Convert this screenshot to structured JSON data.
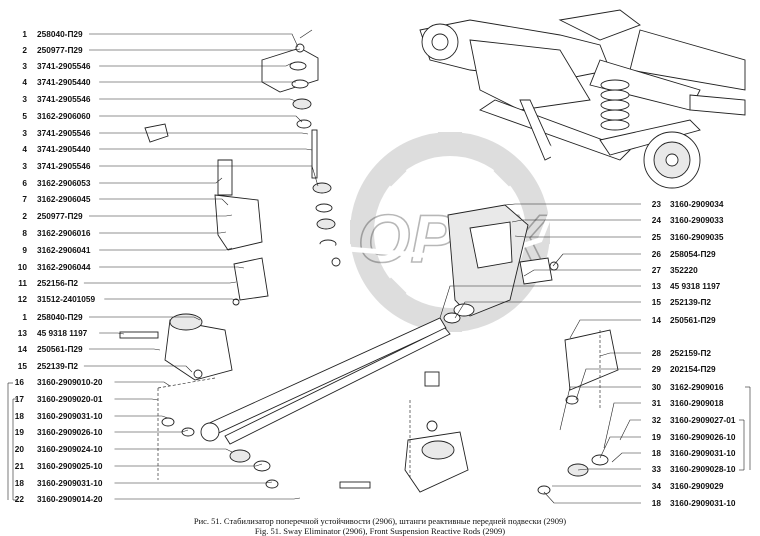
{
  "watermark": "OPEX",
  "labels_left": [
    {
      "num": "1",
      "code": "258040-П29"
    },
    {
      "num": "2",
      "code": "250977-П29"
    },
    {
      "num": "3",
      "code": "3741-2905546"
    },
    {
      "num": "4",
      "code": "3741-2905440"
    },
    {
      "num": "3",
      "code": "3741-2905546"
    },
    {
      "num": "5",
      "code": "3162-2906060"
    },
    {
      "num": "3",
      "code": "3741-2905546"
    },
    {
      "num": "4",
      "code": "3741-2905440"
    },
    {
      "num": "3",
      "code": "3741-2905546"
    },
    {
      "num": "6",
      "code": "3162-2906053"
    },
    {
      "num": "7",
      "code": "3162-2906045"
    },
    {
      "num": "2",
      "code": "250977-П29"
    },
    {
      "num": "8",
      "code": "3162-2906016"
    },
    {
      "num": "9",
      "code": "3162-2906041"
    },
    {
      "num": "10",
      "code": "3162-2906044"
    },
    {
      "num": "11",
      "code": "252156-П2"
    },
    {
      "num": "12",
      "code": "31512-2401059"
    },
    {
      "num": "1",
      "code": "258040-П29"
    },
    {
      "num": "13",
      "code": "45 9318 1197"
    },
    {
      "num": "14",
      "code": "250561-П29"
    },
    {
      "num": "15",
      "code": "252139-П2"
    },
    {
      "num": "16",
      "code": "3160-2909010-20"
    },
    {
      "num": "17",
      "code": "3160-2909020-01"
    },
    {
      "num": "18",
      "code": "3160-2909031-10"
    },
    {
      "num": "19",
      "code": "3160-2909026-10"
    },
    {
      "num": "20",
      "code": "3160-2909024-10"
    },
    {
      "num": "21",
      "code": "3160-2909025-10"
    },
    {
      "num": "18",
      "code": "3160-2909031-10"
    },
    {
      "num": "22",
      "code": "3160-2909014-20"
    }
  ],
  "labels_right": [
    {
      "num": "23",
      "code": "3160-2909034"
    },
    {
      "num": "24",
      "code": "3160-2909033"
    },
    {
      "num": "25",
      "code": "3160-2909035"
    },
    {
      "num": "26",
      "code": "258054-П29"
    },
    {
      "num": "27",
      "code": "352220"
    },
    {
      "num": "13",
      "code": "45 9318 1197"
    },
    {
      "num": "15",
      "code": "252139-П2"
    },
    {
      "num": "14",
      "code": "250561-П29"
    },
    {
      "num": "28",
      "code": "252159-П2"
    },
    {
      "num": "29",
      "code": "202154-П29"
    },
    {
      "num": "30",
      "code": "3162-2909016"
    },
    {
      "num": "31",
      "code": "3160-2909018"
    },
    {
      "num": "32",
      "code": "3160-2909027-01"
    },
    {
      "num": "19",
      "code": "3160-2909026-10"
    },
    {
      "num": "18",
      "code": "3160-2909031-10"
    },
    {
      "num": "33",
      "code": "3160-2909028-10"
    },
    {
      "num": "34",
      "code": "3160-2909029"
    },
    {
      "num": "18",
      "code": "3160-2909031-10"
    }
  ],
  "caption": {
    "ru": "Рис. 51. Стабилизатор поперечной устойчивости (2906), штанги реактивные передней подвески (2909)",
    "en": "Fig. 51. Sway Eliminator (2906), Front Suspension Reactive Rods (2909)"
  }
}
